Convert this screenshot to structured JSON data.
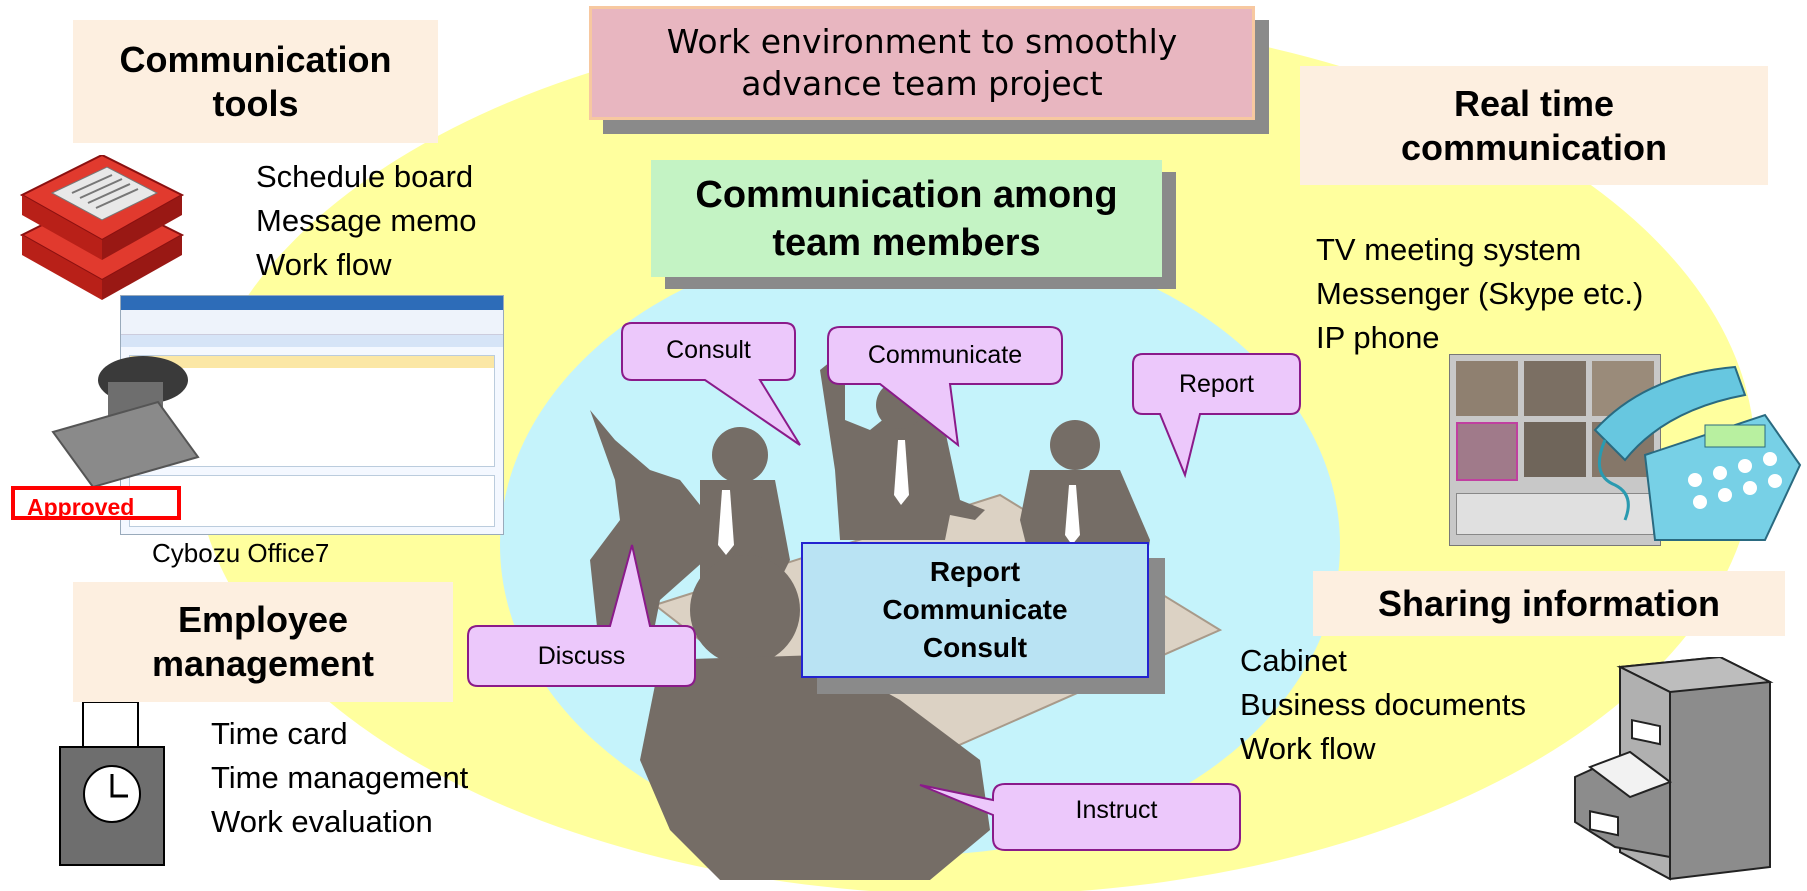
{
  "title": {
    "line1": "Work environment to smoothly",
    "line2": "advance team project"
  },
  "center": {
    "line1": "Communication among",
    "line2": "team members"
  },
  "core": {
    "line1": "Report",
    "line2": "Communicate",
    "line3": "Consult"
  },
  "bubbles": {
    "consult": "Consult",
    "communicate": "Communicate",
    "report": "Report",
    "discuss": "Discuss",
    "instruct": "Instruct"
  },
  "communication_tools": {
    "title_line1": "Communication",
    "title_line2": "tools",
    "items": [
      "Schedule board",
      "Message memo",
      "Work flow"
    ],
    "stamp_label": "Approved",
    "screenshot_caption": "Cybozu Office7"
  },
  "employee_management": {
    "title_line1": "Employee",
    "title_line2": "management",
    "items": [
      "Time card",
      "Time management",
      "Work evaluation"
    ]
  },
  "real_time": {
    "title_line1": "Real time",
    "title_line2": "communication",
    "items": [
      "TV meeting system",
      "Messenger (Skype etc.)",
      "IP phone"
    ]
  },
  "sharing": {
    "title": "Sharing information",
    "items": [
      "Cabinet",
      "Business documents",
      "Work flow"
    ]
  },
  "colors": {
    "outer_ellipse": "#ffff9e",
    "inner_ellipse": "#c5f3fb",
    "panel": "#fdefe0",
    "bubble_fill": "#ecc8fb",
    "bubble_stroke": "#8a1a8a",
    "silhouette": "#756d66"
  }
}
